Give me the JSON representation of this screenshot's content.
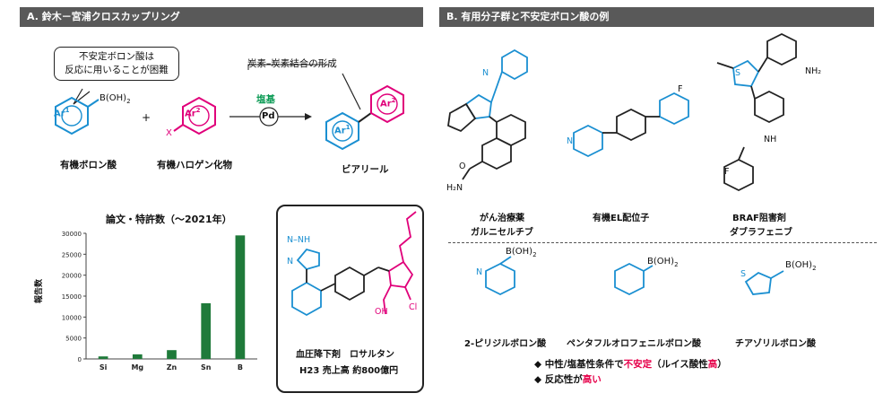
{
  "colors": {
    "blue": "#1a8fd1",
    "magenta": "#e0007a",
    "green_label": "#0a9a54",
    "bar": "#1f7a3a",
    "header": "#595959",
    "red_text": "#e6004a"
  },
  "panel_a": {
    "header": "A. 鈴木－宮浦クロスカップリング",
    "callout": [
      "不安定ボロン酸は",
      "反応に用いることが困難"
    ],
    "bond_label": "炭素–炭素結合の形成",
    "boronic_acid_label": "有機ボロン酸",
    "halide_label": "有機ハロゲン化物",
    "product_label": "ビアリール",
    "base_label": "塩基",
    "catalyst": "Pd",
    "plus": "+",
    "ar1": "Ar",
    "ar1_sup": "1",
    "ar2": "Ar",
    "ar2_sup": "2",
    "boh2": "B(OH)",
    "boh2_sub": "2",
    "x_group": "X"
  },
  "losartan": {
    "line1": "血圧降下剤　ロサルタン",
    "line2": "H23 売上高 約800億円",
    "atoms": {
      "nh": "N–NH",
      "n": "N",
      "oh": "OH",
      "cl": "Cl"
    }
  },
  "chart_data": {
    "type": "bar",
    "title": "論文・特許数（～2021年）",
    "ylabel": "報告数",
    "xlabel": "",
    "categories": [
      "Si",
      "Mg",
      "Zn",
      "Sn",
      "B"
    ],
    "values": [
      600,
      1100,
      2100,
      13300,
      29500
    ],
    "ylim": [
      0,
      30000
    ],
    "yticks": [
      0,
      5000,
      10000,
      15000,
      20000,
      25000,
      30000
    ],
    "grid": false
  },
  "panel_b": {
    "header": "B. 有用分子群と不安定ボロン酸の例",
    "molecules": [
      {
        "line1": "がん治療薬",
        "line2": "ガルニセルチブ"
      },
      {
        "line1": "有機EL配位子",
        "line2": ""
      },
      {
        "line1": "BRAF阻害剤",
        "line2": "ダブラフェニブ"
      }
    ],
    "boronic_acids": [
      "2-ピリジルボロン酸",
      "ペンタフルオロフェニルボロン酸",
      "チアゾリルボロン酸"
    ],
    "atom_labels": {
      "n": "N",
      "h2n": "H₂N",
      "nh2": "NH₂",
      "s": "S",
      "f": "F",
      "nh": "NH",
      "o": "O"
    },
    "bullets": [
      {
        "symbol": "◆",
        "prefix": "中性/塩基性条件で",
        "highlight": "不安定",
        "suffix": "（ルイス酸性",
        "highlight2": "高",
        "suffix2": "）"
      },
      {
        "symbol": "◆",
        "prefix": "反応性が",
        "highlight": "高い",
        "suffix": "",
        "highlight2": "",
        "suffix2": ""
      }
    ]
  }
}
